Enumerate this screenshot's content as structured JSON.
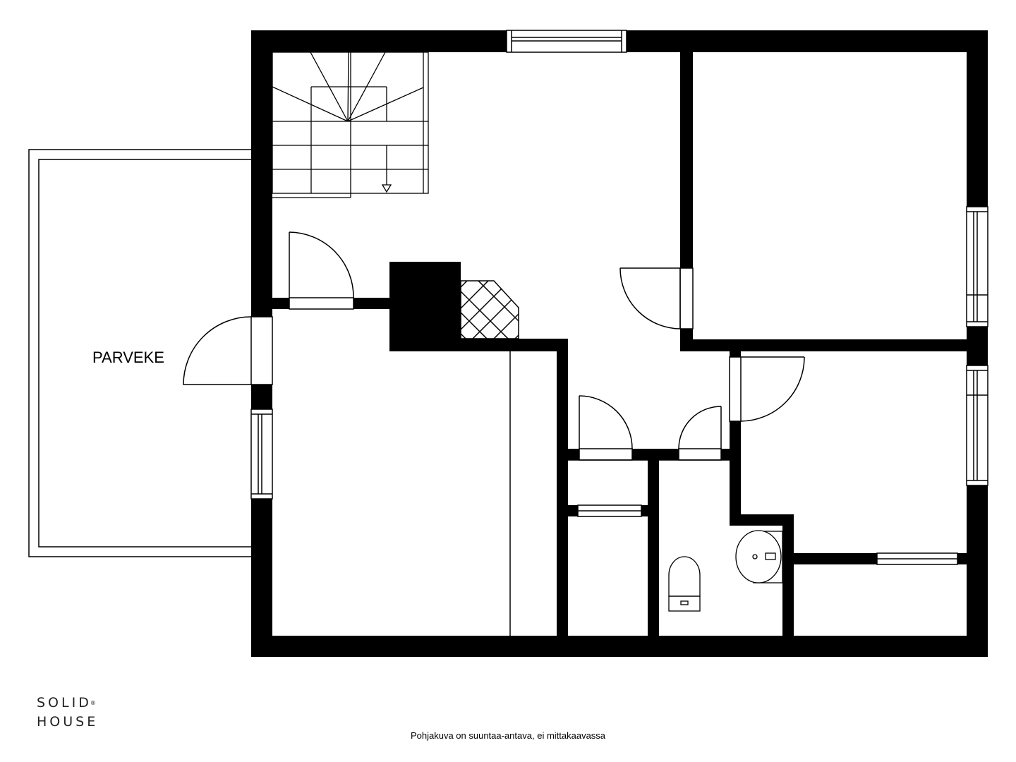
{
  "plan": {
    "room_label": "PARVEKE",
    "note": "Pohjakuva on suuntaa-antava, ei mittakaavassa"
  },
  "logo": {
    "line1": "SOLID",
    "line2": "HOUSE",
    "registered": "®"
  },
  "colors": {
    "wall": "#000000",
    "line": "#000000",
    "background": "#ffffff"
  }
}
